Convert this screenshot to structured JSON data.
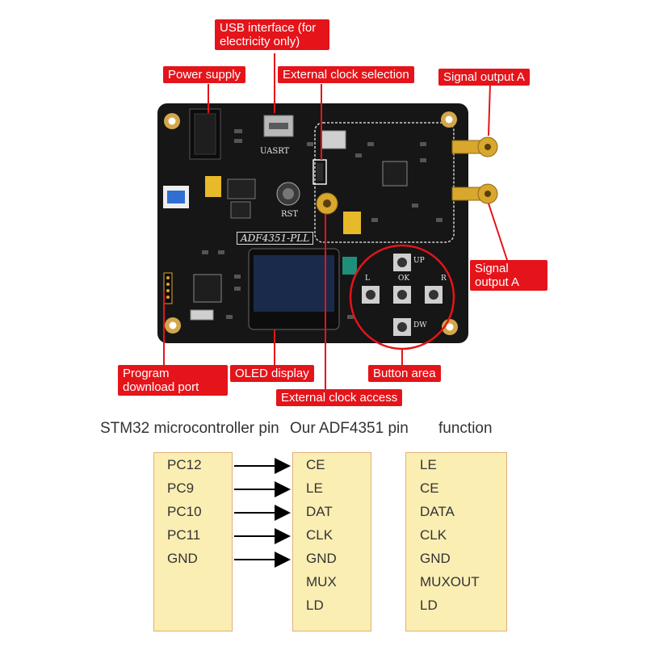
{
  "callouts": {
    "usb": "USB interface (for electricity only)",
    "power": "Power supply",
    "ext_clock_sel": "External clock selection",
    "signal_a_top": "Signal output A",
    "signal_a_right": "Signal output A",
    "program_port": "Program download port",
    "oled": "OLED display",
    "button_area": "Button area",
    "ext_clock_access": "External clock access"
  },
  "board_silkscreen": {
    "name": "ADF4351-PLL",
    "usart": "UASRT",
    "rst": "RST",
    "up": "UP",
    "ok": "OK",
    "left": "L",
    "right": "R",
    "down": "DW"
  },
  "table": {
    "headers": {
      "stm32": "STM32 microcontroller pin",
      "adf": "Our ADF4351 pin",
      "function": "function"
    },
    "stm32_pins": [
      "PC12",
      "PC9",
      "PC10",
      "PC11",
      "GND"
    ],
    "adf_pins": [
      "CE",
      "LE",
      "DAT",
      "CLK",
      "GND",
      "MUX",
      "LD"
    ],
    "functions": [
      "LE",
      "CE",
      "DATA",
      "CLK",
      "GND",
      "MUXOUT",
      "LD"
    ]
  },
  "colors": {
    "callout_bg": "#e4141a",
    "board": "#161616",
    "table_fill": "#fbeeb3",
    "table_border": "#e0b07a"
  }
}
